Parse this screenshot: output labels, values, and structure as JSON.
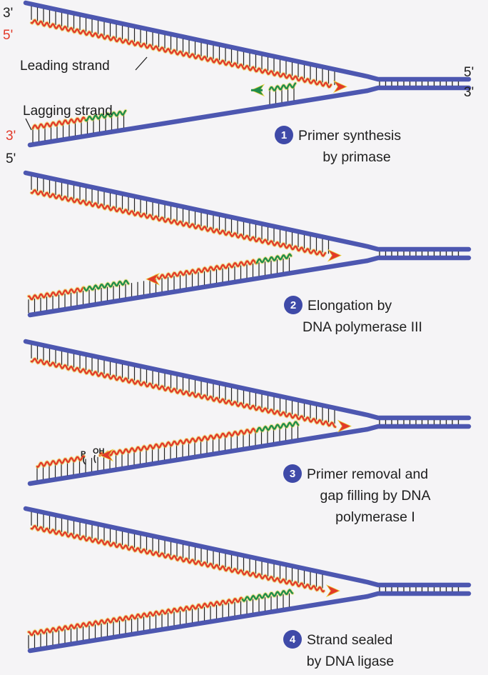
{
  "colors": {
    "backbone": "#4d57b0",
    "new_strand": "#e23a2a",
    "primer": "#1e8c4a",
    "highlight": "#e8d23a",
    "rung": "#222222",
    "badge": "#3f4aa8",
    "background": "#f5f4f6"
  },
  "labels": {
    "end_3_top": "3'",
    "end_5_top": "5'",
    "end_5_right": "5'",
    "end_3_right": "3'",
    "end_3_lag": "3'",
    "end_5_lag": "5'",
    "leading_strand": "Leading strand",
    "lagging_strand": "Lagging strand",
    "phosphate": "P",
    "hydroxyl": "OH"
  },
  "steps": [
    {
      "number": "1",
      "line1": "Primer synthesis",
      "line2": "by primase",
      "line3": ""
    },
    {
      "number": "2",
      "line1": "Elongation by",
      "line2": "DNA polymerase III",
      "line3": ""
    },
    {
      "number": "3",
      "line1": "Primer removal and",
      "line2": "gap filling by DNA",
      "line3": "polymerase I"
    },
    {
      "number": "4",
      "line1": "Strand sealed",
      "line2": "by DNA ligase",
      "line3": ""
    }
  ]
}
